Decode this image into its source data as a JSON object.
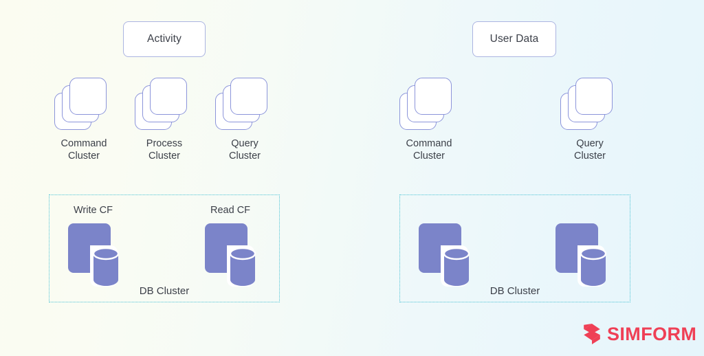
{
  "theme": {
    "background_left": "#fbfcf1",
    "background_right": "#e6f5fb",
    "header_border": "#abb4e1",
    "cluster_stroke": "#8b94da",
    "db_fill": "#7b84c9",
    "dashed_border": "#4cc3d5",
    "text": "#3b3f48",
    "brand": "#ef4056"
  },
  "diagram": {
    "sections": [
      {
        "id": "activity",
        "header": "Activity",
        "clusters": [
          {
            "line1": "Command",
            "line2": "Cluster",
            "icon": "stacked-cards-icon"
          },
          {
            "line1": "Process",
            "line2": "Cluster",
            "icon": "stacked-cards-icon"
          },
          {
            "line1": "Query",
            "line2": "Cluster",
            "icon": "stacked-cards-icon"
          }
        ],
        "db_cluster": {
          "label": "DB Cluster",
          "nodes": [
            {
              "label": "Write CF",
              "icon": "database-icon"
            },
            {
              "label": "Read CF",
              "icon": "database-icon"
            }
          ]
        }
      },
      {
        "id": "user-data",
        "header": "User Data",
        "clusters": [
          {
            "line1": "Command",
            "line2": "Cluster",
            "icon": "stacked-cards-icon"
          },
          {
            "line1": "Query",
            "line2": "Cluster",
            "icon": "stacked-cards-icon"
          }
        ],
        "db_cluster": {
          "label": "DB Cluster",
          "nodes": [
            {
              "label": "",
              "icon": "database-icon"
            },
            {
              "label": "",
              "icon": "database-icon"
            }
          ]
        }
      }
    ]
  },
  "branding": {
    "logo_text": "SIMFORM",
    "logo_mark": "simform-bolt-icon"
  }
}
